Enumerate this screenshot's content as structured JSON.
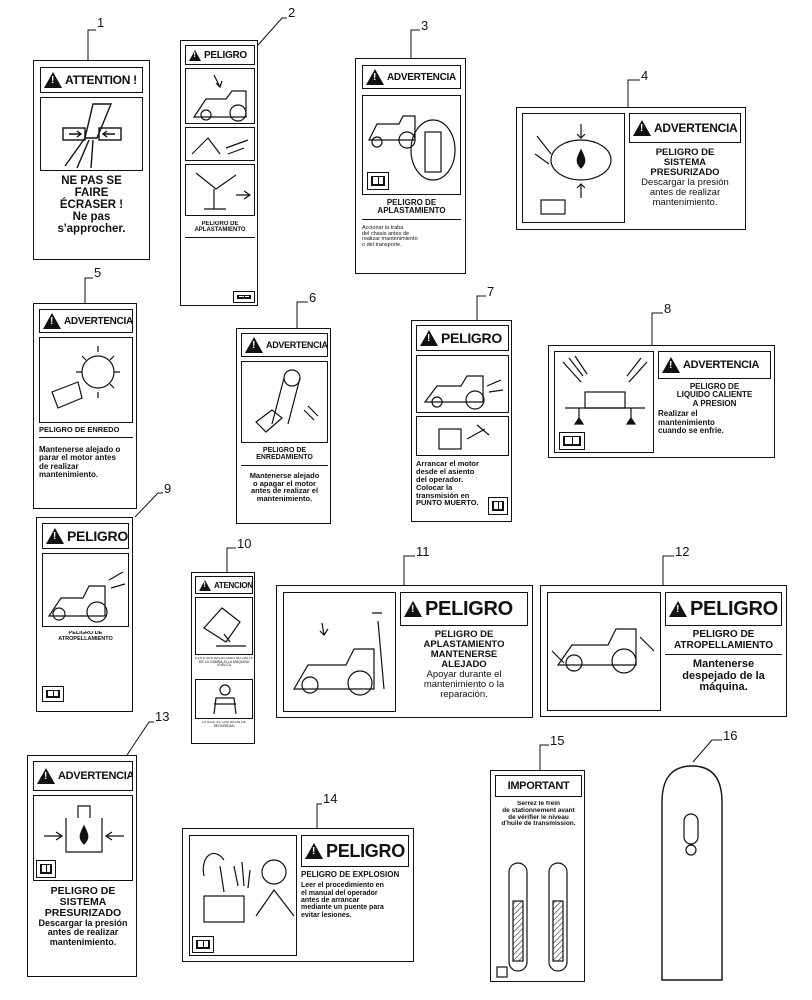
{
  "callouts": [
    "1",
    "2",
    "3",
    "4",
    "5",
    "6",
    "7",
    "8",
    "9",
    "10",
    "11",
    "12",
    "13",
    "14",
    "15",
    "16"
  ],
  "decals": {
    "d1": {
      "header": "ATTENTION !",
      "text": [
        "NE PAS SE",
        "FAIRE",
        "ÉCRASER !",
        "Ne pas",
        "s'approcher."
      ]
    },
    "d2": {
      "header": "PELIGRO",
      "title": "PELIGRO DE APLASTAMIENTO"
    },
    "d3": {
      "header": "ADVERTENCIA",
      "title": "PELIGRO DE APLASTAMIENTO",
      "text": [
        "Accionar la traba",
        "del chasis antes de",
        "realizar mantenimiento",
        "o del transporte."
      ]
    },
    "d4": {
      "header": "ADVERTENCIA",
      "text": [
        "PELIGRO DE",
        "SISTEMA",
        "PRESURIZADO",
        "Descargar la presión",
        "antes de realizar",
        "mantenimiento."
      ]
    },
    "d5": {
      "header": "ADVERTENCIA",
      "title": "PELIGRO DE ENREDO",
      "text": [
        "Mantenerse alejado o",
        "parar el motor antes",
        "de realizar",
        "mantenimiento."
      ]
    },
    "d6": {
      "header": "ADVERTENCIA",
      "title": "PELIGRO DE ENREDAMIENTO",
      "text": [
        "Mantenerse alejado",
        "o apagar el motor",
        "antes de realizar el",
        "mantenimiento."
      ]
    },
    "d7": {
      "header": "PELIGRO",
      "text": [
        "Arrancar el motor",
        "desde el asiento",
        "del operador.",
        "Colocar la",
        "transmisión en",
        "PUNTO MUERTO."
      ]
    },
    "d8": {
      "header": "ADVERTENCIA",
      "text": [
        "PELIGRO DE",
        "LIQUIDO CALIENTE",
        "A PRESION",
        "Realizar el",
        "mantenimiento",
        "cuando se enfrie."
      ]
    },
    "d9": {
      "header": "PELIGRO",
      "title": "PELIGRO DE ATROPELLAMIENTO"
    },
    "d10": {
      "header": "ATENCION",
      "text1": "EVITE SER APLASTADO NO SALTE DE LA CABINA SI LA MAQUINA VUELCA",
      "text2": "UTILICE EL CINTURON DE SEGURIDAD"
    },
    "d11": {
      "header": "PELIGRO",
      "text": [
        "PELIGRO DE",
        "APLASTAMIENTO",
        "MANTENERSE",
        "ALEJADO",
        "Apoyar durante el",
        "mantenimiento o la",
        "reparación."
      ]
    },
    "d12": {
      "header": "PELIGRO",
      "text": [
        "PELIGRO DE",
        "ATROPELLAMIENTO",
        "Mantenerse",
        "despejado de la",
        "máquina."
      ]
    },
    "d13": {
      "header": "ADVERTENCIA",
      "text": [
        "PELIGRO DE",
        "SISTEMA",
        "PRESURIZADO",
        "Descargar la presión",
        "antes de realizar",
        "mantenimiento."
      ]
    },
    "d14": {
      "header": "PELIGRO",
      "text": [
        "PELIGRO DE EXPLOSION",
        "Leer el procedimiento en",
        "el manual del operador",
        "antes de arrancar",
        "mediante un puente para",
        "evitar lesiones."
      ]
    },
    "d15": {
      "header": "IMPORTANT",
      "text": [
        "Serrez le frein",
        "de stationnement avant",
        "de vérifier le niveau",
        "d'huile de transmission."
      ]
    }
  }
}
